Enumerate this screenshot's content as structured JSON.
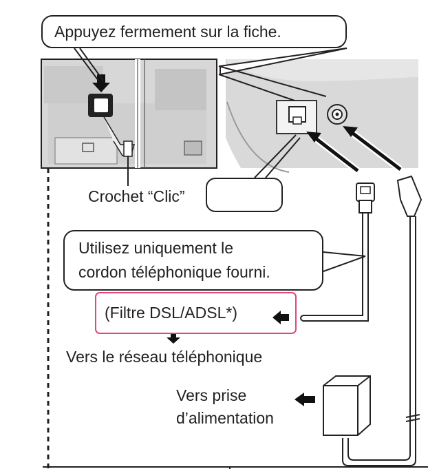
{
  "callout_top": "Appuyez fermement sur la fiche.",
  "label_hook": "Crochet “Clic”",
  "callout_cord_line1": "Utilisez uniquement le",
  "callout_cord_line2": "cordon téléphonique fourni.",
  "filter_label": "(Filtre DSL/ADSL*)",
  "network_label": "Vers le réseau téléphonique",
  "power_label_line1": "Vers prise",
  "power_label_line2": "d’alimentation",
  "colors": {
    "highlight": "#e0457b",
    "ink": "#231f20",
    "photo": "#d9d9d9"
  }
}
